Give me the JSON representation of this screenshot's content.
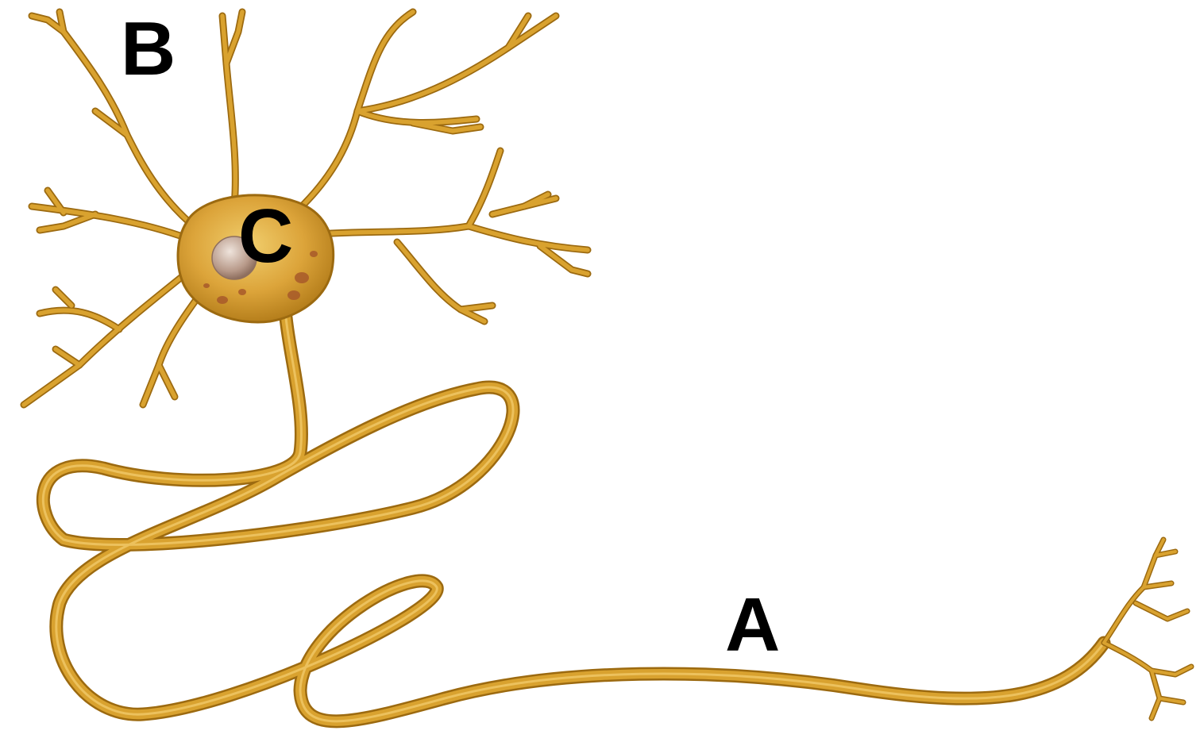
{
  "diagram": {
    "labels": {
      "a": "A",
      "b": "B",
      "c": "C"
    },
    "colors": {
      "neuron_fill": "#d9a22f",
      "neuron_outline": "#9c6a10",
      "neuron_highlight": "#f0c55a",
      "cell_body": "#e0ad3a",
      "nucleus": "#b89a8a",
      "organelles": "#a85a2a",
      "label_text": "#000000"
    },
    "icons": {
      "neuron": "neuron-illustration"
    }
  }
}
